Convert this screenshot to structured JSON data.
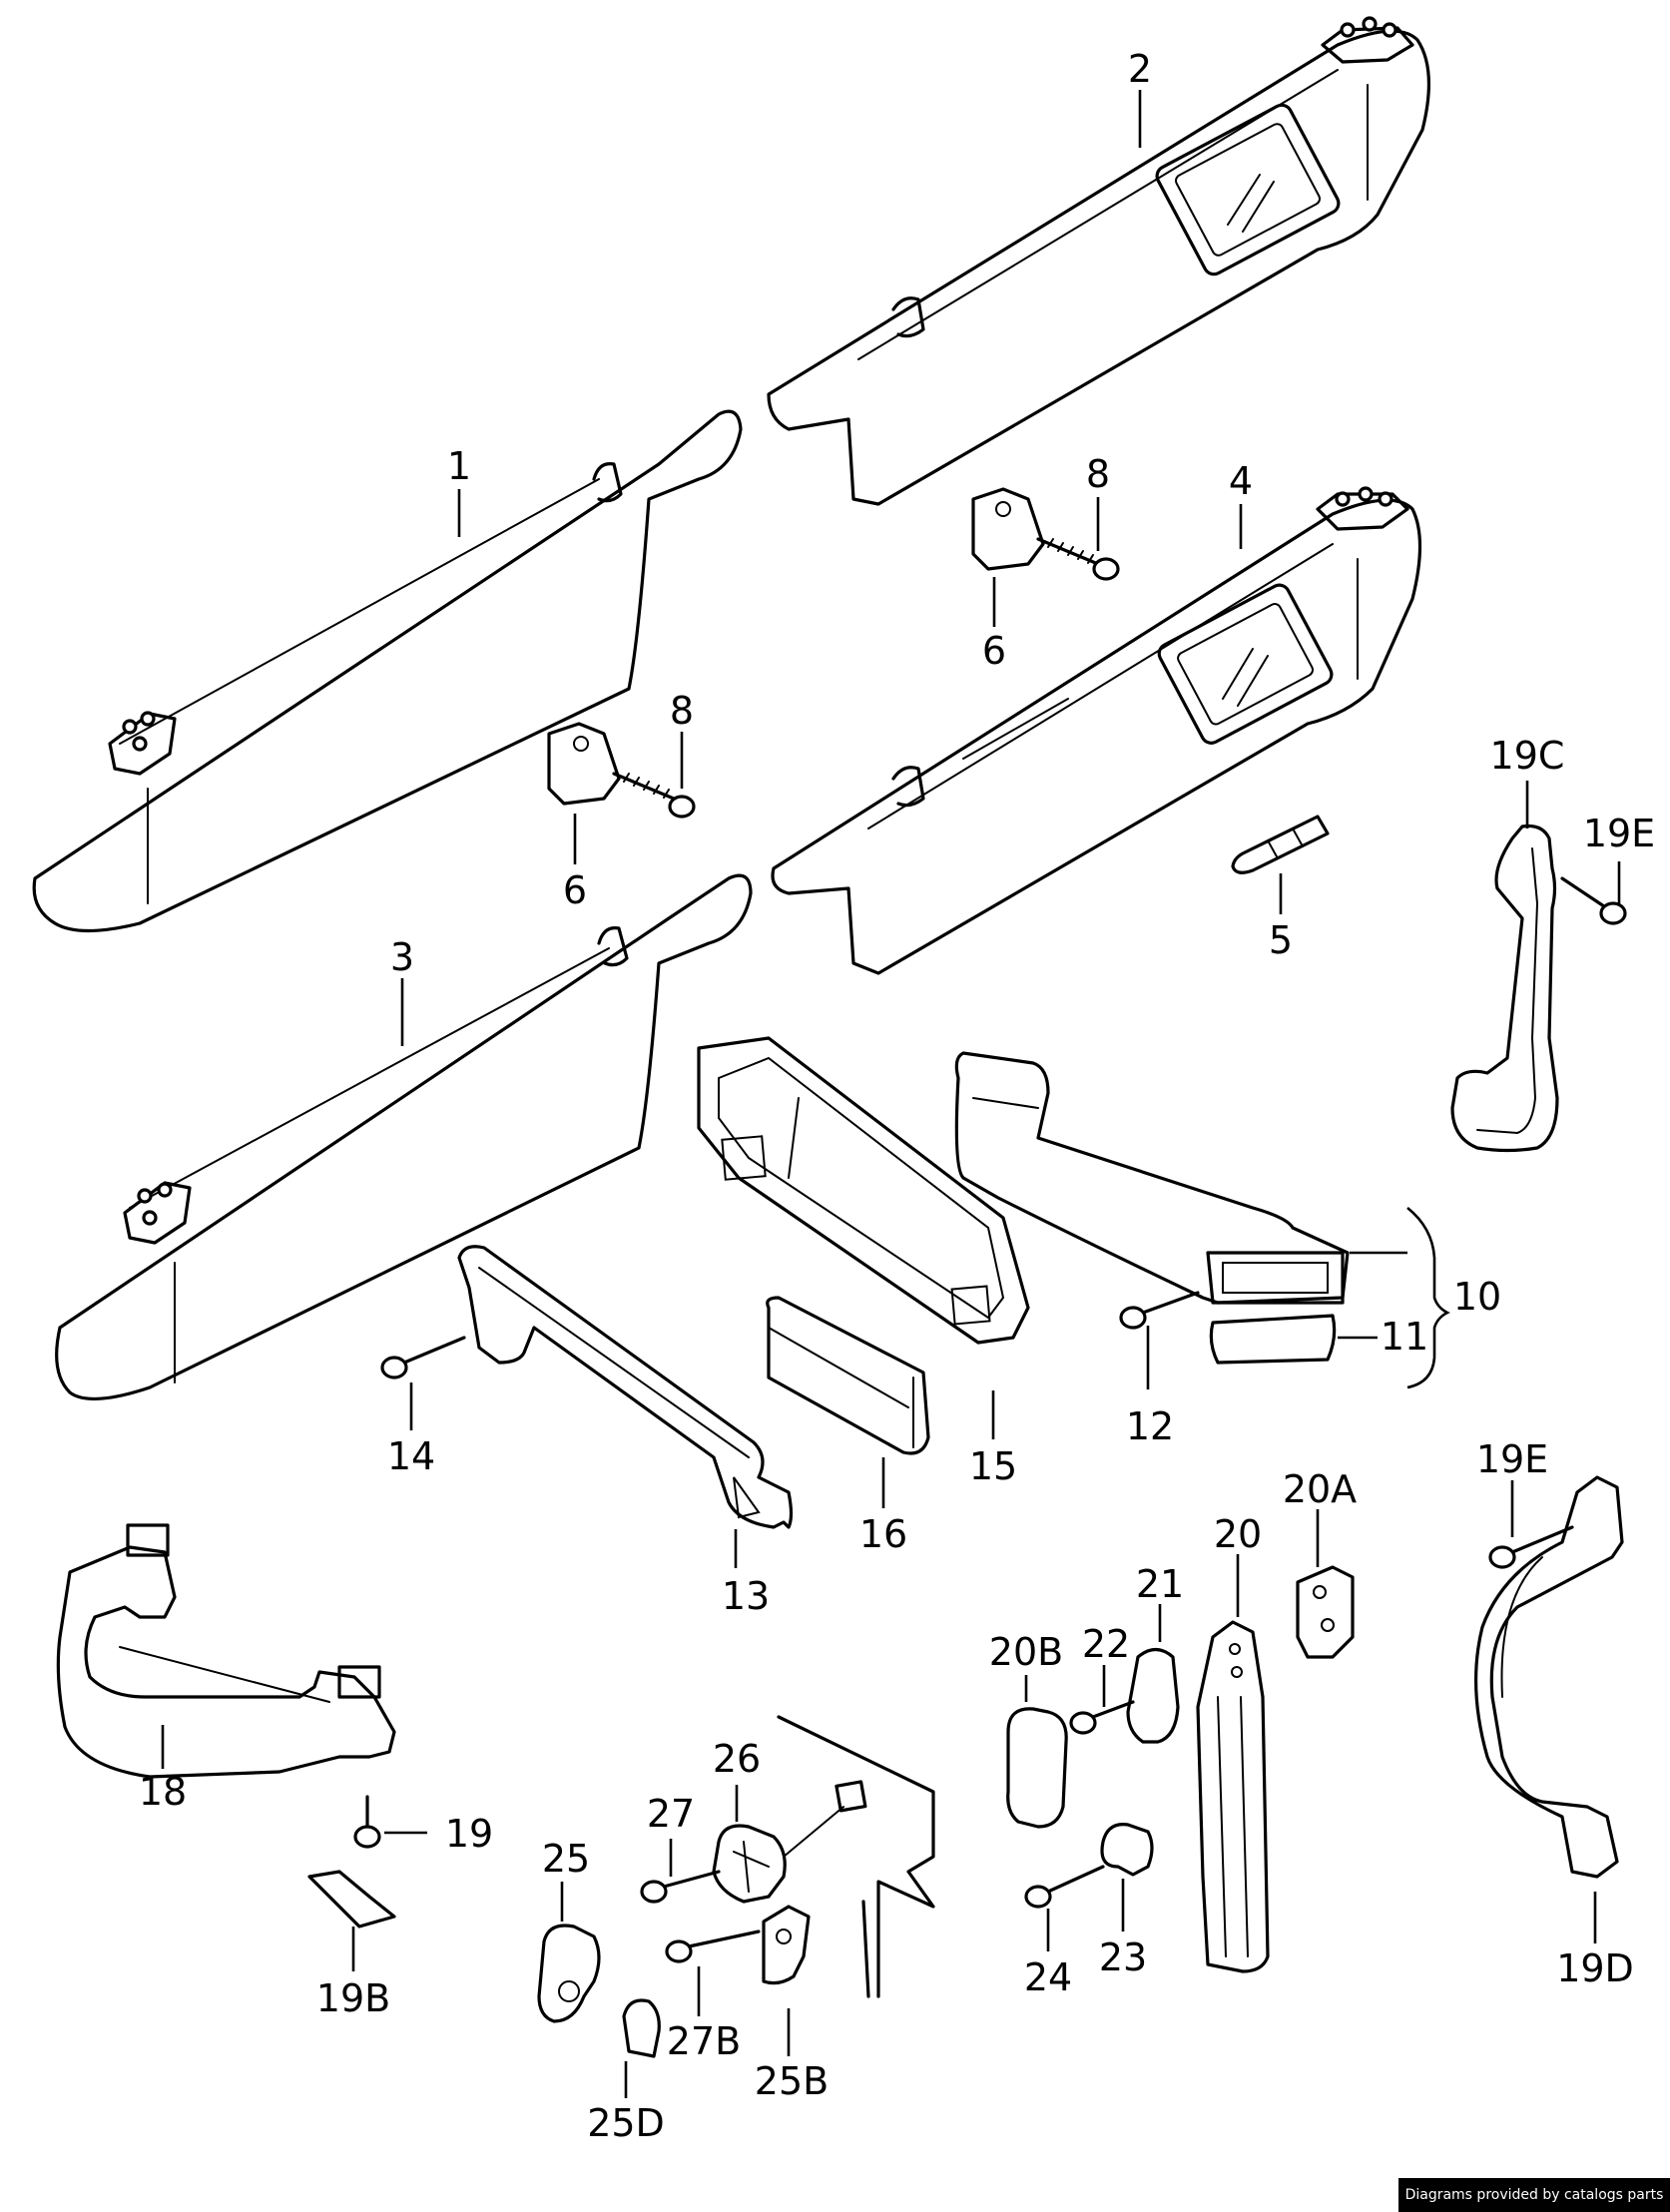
{
  "diagram": {
    "callouts": {
      "c1": "1",
      "c2": "2",
      "c3": "3",
      "c4": "4",
      "c5": "5",
      "c6a": "6",
      "c6b": "6",
      "c8a": "8",
      "c8b": "8",
      "c10": "10",
      "c11": "11",
      "c12": "12",
      "c13": "13",
      "c14": "14",
      "c15": "15",
      "c16": "16",
      "c18": "18",
      "c19": "19",
      "c19b": "19B",
      "c19c": "19C",
      "c19d": "19D",
      "c19e_top": "19E",
      "c19e_bottom": "19E",
      "c20": "20",
      "c20a": "20A",
      "c20b": "20B",
      "c21": "21",
      "c22": "22",
      "c23": "23",
      "c24": "24",
      "c25": "25",
      "c25b": "25B",
      "c25d": "25D",
      "c26": "26",
      "c27": "27",
      "c27b": "27B"
    }
  },
  "footer": {
    "credit": "Diagrams provided by catalogs parts"
  }
}
